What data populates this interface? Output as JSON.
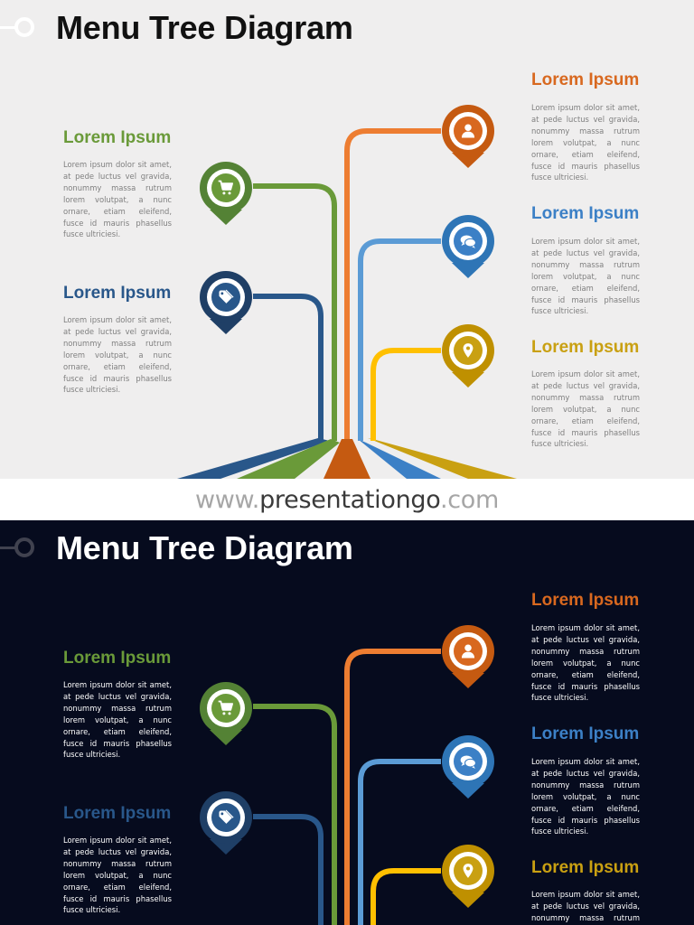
{
  "title": "Menu Tree Diagram",
  "footer": {
    "prefix": "www.",
    "brand": "presentationgo",
    "suffix": ".com"
  },
  "colors": {
    "green": "#6a9a39",
    "navy": "#29578a",
    "orange": "#d8681f",
    "blue": "#3c80c6",
    "gold": "#c9a012",
    "light_bg": "#efeeee",
    "dark_bg": "#060b1e"
  },
  "items": [
    {
      "id": "green",
      "heading": "Lorem Ipsum",
      "icon": "shopping-cart-icon",
      "body": "Lorem ipsum dolor sit amet, at pede luctus vel gravida, nonummy massa rutrum lorem volutpat, a nunc ornare, etiam eleifend, fusce id mauris phasellus fusce ultriciesi."
    },
    {
      "id": "navy",
      "heading": "Lorem Ipsum",
      "icon": "price-tag-icon",
      "body": "Lorem ipsum dolor sit amet, at pede luctus vel gravida, nonummy massa rutrum lorem volutpat, a nunc ornare, etiam eleifend, fusce id mauris phasellus fusce ultriciesi."
    },
    {
      "id": "orange",
      "heading": "Lorem Ipsum",
      "icon": "user-icon",
      "body": "Lorem ipsum dolor sit amet, at pede luctus vel gravida, nonummy massa rutrum lorem volutpat, a nunc ornare, etiam eleifend, fusce id mauris phasellus fusce ultriciesi."
    },
    {
      "id": "blue",
      "heading": "Lorem Ipsum",
      "icon": "chat-bubbles-icon",
      "body": "Lorem ipsum dolor sit amet, at pede luctus vel gravida, nonummy massa rutrum lorem volutpat, a nunc ornare, etiam eleifend, fusce id mauris phasellus fusce ultriciesi."
    },
    {
      "id": "gold",
      "heading": "Lorem Ipsum",
      "icon": "location-pin-icon",
      "body": "Lorem ipsum dolor sit amet, at pede luctus vel gravida, nonummy massa rutrum lorem volutpat, a nunc ornare, etiam eleifend, fusce id mauris phasellus fusce ultriciesi."
    }
  ]
}
